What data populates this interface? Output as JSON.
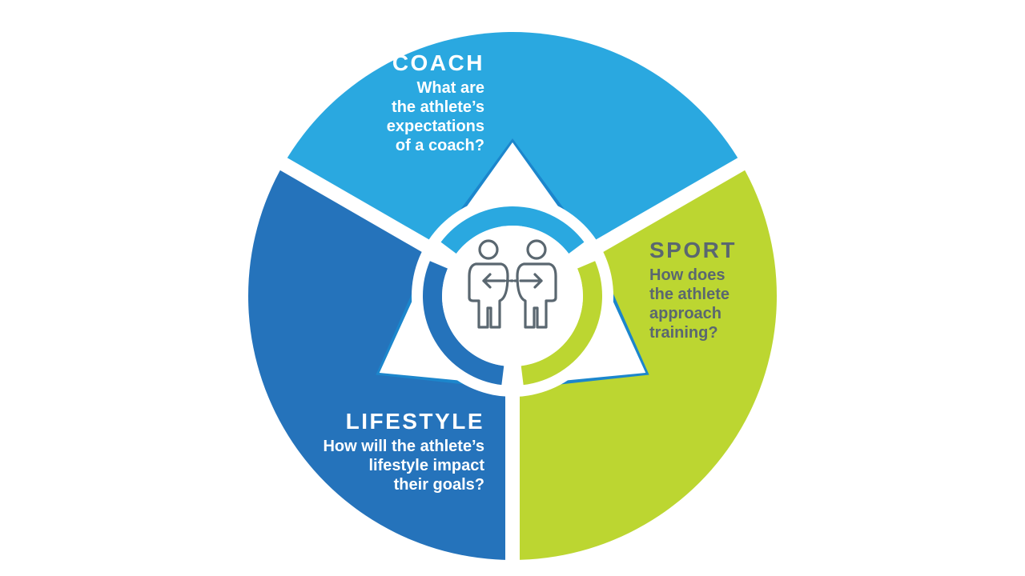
{
  "colors": {
    "coach": "#2aa8e0",
    "lifestyle": "#2573bb",
    "sport": "#bcd631",
    "sport_edge": "#3d9f45",
    "coach_edge": "#1c86cc",
    "lifestyle_edge": "#1b5ea5",
    "icon": "#5a6770",
    "sport_text": "#5a6770"
  },
  "segments": {
    "coach": {
      "title": "COACH",
      "lines": [
        "What are",
        "the athlete’s",
        "expectations",
        "of a coach?"
      ]
    },
    "sport": {
      "title": "SPORT",
      "lines": [
        "How does",
        "the athlete",
        "approach",
        "training?"
      ]
    },
    "lifestyle": {
      "title": "LIFESTYLE",
      "lines": [
        "How will the athlete’s",
        "lifestyle impact",
        "their goals?"
      ]
    }
  },
  "center": {
    "icon": "two-people-exchange-icon"
  }
}
